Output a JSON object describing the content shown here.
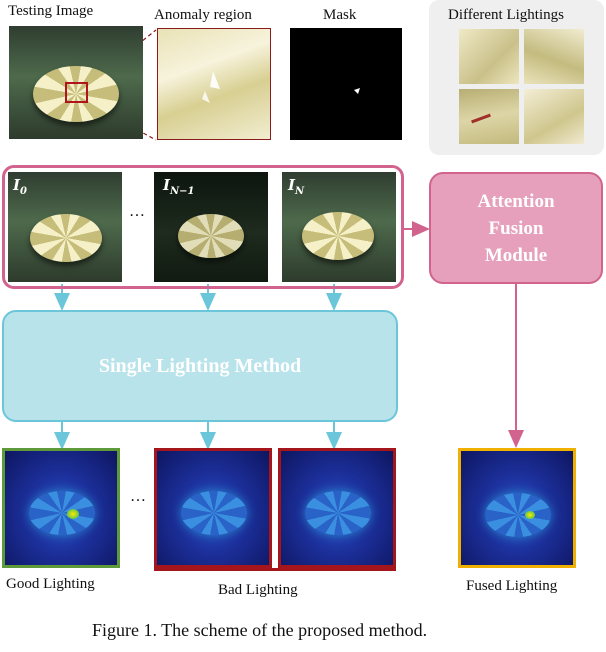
{
  "top": {
    "testing_image_label": "Testing Image",
    "anomaly_region_label": "Anomaly region",
    "mask_label": "Mask",
    "different_lightings_label": "Different Lightings"
  },
  "inputs": {
    "i0": "I",
    "i0_sub": "0",
    "in1": "I",
    "in1_sub": "N−1",
    "in": "I",
    "in_sub": "N",
    "ellipsis": "…"
  },
  "modules": {
    "attention_fusion": [
      "Attention",
      "Fusion",
      "Module"
    ],
    "single_lighting": "Single Lighting Method"
  },
  "outputs": {
    "good_label": "Good Lighting",
    "bad_label": "Bad Lighting",
    "fused_label": "Fused Lighting",
    "ellipsis": "…"
  },
  "caption": "Figure 1. The scheme of the proposed method.",
  "colors": {
    "pink_border": "#d2638e",
    "pink_fill": "#e6a0bb",
    "teal_border": "#6cc6d9",
    "teal_fill": "#b9e3ea",
    "good_border": "#5e9a3a",
    "bad_border": "#a4161c",
    "fused_border": "#f0b000",
    "anomaly_red": "#8b1a1a"
  }
}
